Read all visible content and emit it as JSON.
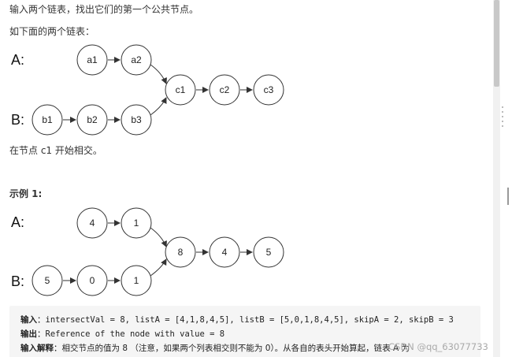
{
  "problem": {
    "intro": "输入两个链表，找出它们的第一个公共节点。",
    "figure_caption": "如下面的两个链表：",
    "intersect_note": "在节点 c1 开始相交。",
    "example_title": "示例 1:"
  },
  "figure1": {
    "label_a": "A:",
    "label_b": "B:",
    "list_a": [
      "a1",
      "a2"
    ],
    "list_b": [
      "b1",
      "b2",
      "b3"
    ],
    "shared": [
      "c1",
      "c2",
      "c3"
    ]
  },
  "figure2": {
    "label_a": "A:",
    "label_b": "B:",
    "list_a": [
      "4",
      "1"
    ],
    "list_b": [
      "5",
      "0",
      "1"
    ],
    "shared": [
      "8",
      "4",
      "5"
    ]
  },
  "example1": {
    "input_key": "输入",
    "input_value": "：intersectVal = 8, listA = [4,1,8,4,5], listB = [5,0,1,8,4,5], skipA = 2, skipB = 3",
    "output_key": "输出",
    "output_value": "：Reference of the node with value = 8",
    "explain_key": "输入解释",
    "explain_value": "：相交节点的值为 8 （注意，如果两个列表相交则不能为 0）。从各自的表头开始算起，链表 A 为"
  },
  "watermark": "CSDN @qq_63077733"
}
